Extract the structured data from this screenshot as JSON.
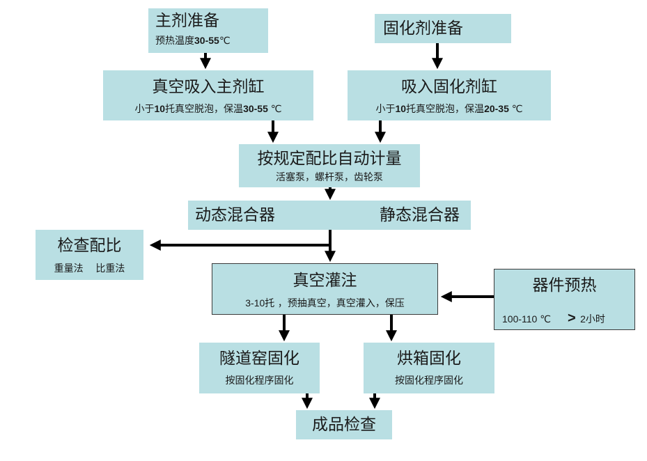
{
  "nodes": {
    "main_agent_prep": {
      "title": "主剂准备",
      "sub_text": "预热温度",
      "sub_num": "30-55",
      "sub_unit": "℃"
    },
    "curing_agent_prep": {
      "title": "固化剂准备"
    },
    "vacuum_main_tank": {
      "title": "真空吸入主剂缸",
      "sub_a": "小于",
      "sub_num1": "10",
      "sub_b": "托真空脱泡，保温",
      "sub_num2": "30-55",
      "sub_unit": " ℃"
    },
    "curing_tank": {
      "title": "吸入固化剂缸",
      "sub_a": "小于",
      "sub_num1": "10",
      "sub_b": "托真空脱泡，保温",
      "sub_num2": "20-35",
      "sub_unit": " ℃"
    },
    "auto_metering": {
      "title": "按规定配比自动计量",
      "sub": "活塞泵，螺杆泵，齿轮泵"
    },
    "mixers": {
      "dynamic": "动态混合器",
      "static": "静态混合器"
    },
    "check_ratio": {
      "title": "检查配比",
      "method1": "重量法",
      "method2": "比重法"
    },
    "vacuum_casting": {
      "title": "真空灌注",
      "sub_num": "3-10",
      "sub_text": "托 ，预抽真空，真空灌入，保压"
    },
    "device_preheat": {
      "title": "器件预热",
      "temp": "100-110 ℃",
      "gt": ">",
      "duration_num": "2",
      "duration_unit": "小时"
    },
    "tunnel_kiln": {
      "title": "隧道窑固化",
      "sub": "按固化程序固化"
    },
    "oven_curing": {
      "title": "烘箱固化",
      "sub": "按固化程序固化"
    },
    "final_inspection": {
      "title": "成品检查"
    }
  },
  "colors": {
    "box_fill": "#b9dfe3",
    "arrow": "#000000",
    "border": "#3a3a3a"
  }
}
